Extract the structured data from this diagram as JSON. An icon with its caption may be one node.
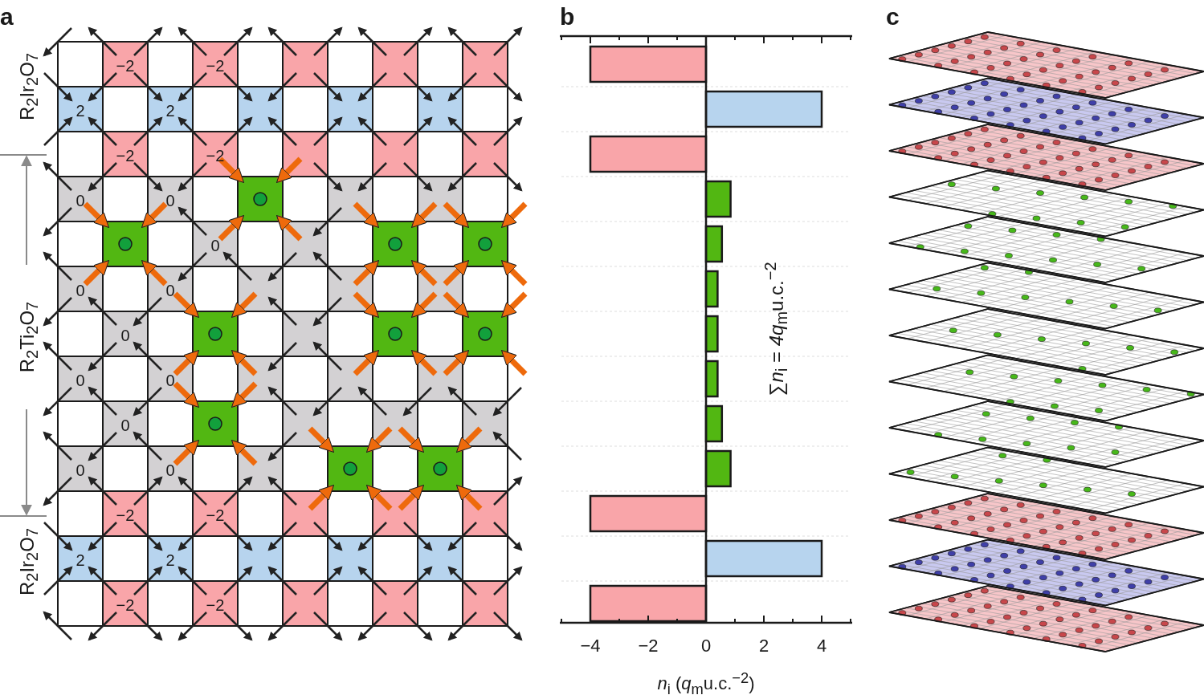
{
  "diagram": {
    "labels": [
      "a",
      "b",
      "c",
      "R$_{2}$Ir$_{2}$O$_{7}$",
      "R$_{2}$Ti$_{2}$O$_{7}$",
      "R$_{2}$Ir$_{2}$O$_{7}$",
      "−2",
      "−2",
      "2",
      "2",
      "−2",
      "−2",
      "0",
      "0",
      "0",
      "0",
      "0",
      "0",
      "0",
      "0",
      "0",
      "0",
      "0",
      "−2",
      "−2",
      "2",
      "2",
      "−2",
      "−2"
    ],
    "chart_data": {
      "type": "bar",
      "orientation": "horizontal",
      "xlabel": "*n*$_{i}$ (*q*$_{m}$u.c.$^{−2}$)",
      "xlim": [
        -5,
        5
      ],
      "xticks": [
        {
          "value": -4,
          "label": "−4"
        },
        {
          "value": -2,
          "label": "−2"
        },
        {
          "value": 0,
          "label": "0"
        },
        {
          "value": 2,
          "label": "2"
        },
        {
          "value": 4,
          "label": "4"
        }
      ],
      "series": [
        {
          "color": "#f9a5a9",
          "values": [
            -4,
            null,
            -4,
            null,
            null,
            null,
            null,
            null,
            null,
            null,
            -4,
            null,
            -4
          ]
        },
        {
          "color": "#b7d4ee",
          "values": [
            null,
            4,
            null,
            null,
            null,
            null,
            null,
            null,
            null,
            null,
            null,
            4,
            null
          ]
        },
        {
          "color": "#52b712",
          "values": [
            null,
            null,
            null,
            0.85,
            0.55,
            0.4,
            0.4,
            0.4,
            0.55,
            0.85,
            null,
            null,
            null
          ]
        }
      ],
      "annotations": [
        "∑*n*$_{i}$ = *4q*$_{m}$u.c.$^{−2}$"
      ]
    }
  }
}
